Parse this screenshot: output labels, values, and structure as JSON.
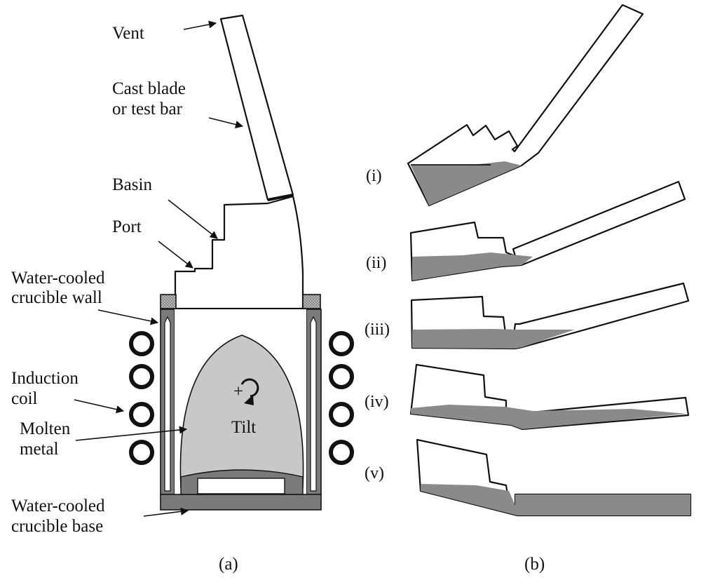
{
  "labels": {
    "vent": "Vent",
    "cast_blade_line1": "Cast blade",
    "cast_blade_line2": "or test bar",
    "basin": "Basin",
    "port": "Port",
    "crucible_wall_line1": "Water-cooled",
    "crucible_wall_line2": "crucible wall",
    "induction_line1": "Induction",
    "induction_line2": "coil",
    "molten_line1": "Molten",
    "molten_line2": "metal",
    "crucible_base_line1": "Water-cooled",
    "crucible_base_line2": "crucible base",
    "tilt": "Tilt",
    "tilt_sign": "+"
  },
  "panels": {
    "a": "(a)",
    "b": "(b)"
  },
  "stages": [
    "(i)",
    "(ii)",
    "(iii)",
    "(iv)",
    "(v)"
  ],
  "colors": {
    "molten_metal": "#c8c8c8",
    "metal_in_mould": "#8a8a8a",
    "crucible_wall": "#7a7a7a",
    "outline": "#111111"
  }
}
